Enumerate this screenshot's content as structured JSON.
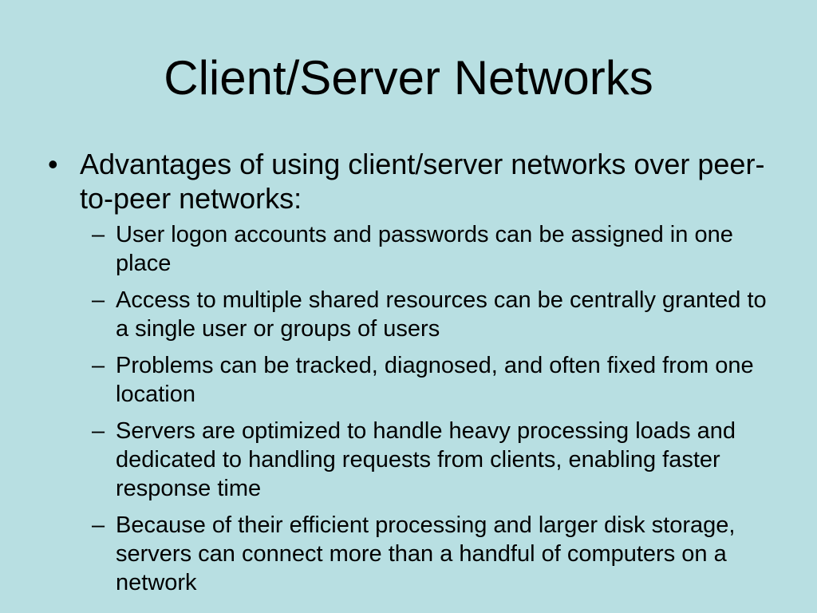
{
  "slide": {
    "title": "Client/Server Networks",
    "bullet": {
      "marker": "•",
      "text": "Advantages of using client/server networks over peer-to-peer networks:"
    },
    "sub_marker": "–",
    "sub_items": [
      {
        "text": "User logon accounts and passwords can be assigned in one place"
      },
      {
        "text": "Access to multiple shared resources can be centrally granted to a single user or groups of users"
      },
      {
        "text": "Problems can be tracked, diagnosed, and often fixed from one location"
      },
      {
        "text": "Servers are optimized to handle heavy processing loads and dedicated to handling requests from clients, enabling faster response time"
      },
      {
        "text": "Because of their efficient processing and larger disk storage, servers can connect more than a handful of computers on a network"
      }
    ],
    "background_color": "#b8dfe2"
  }
}
